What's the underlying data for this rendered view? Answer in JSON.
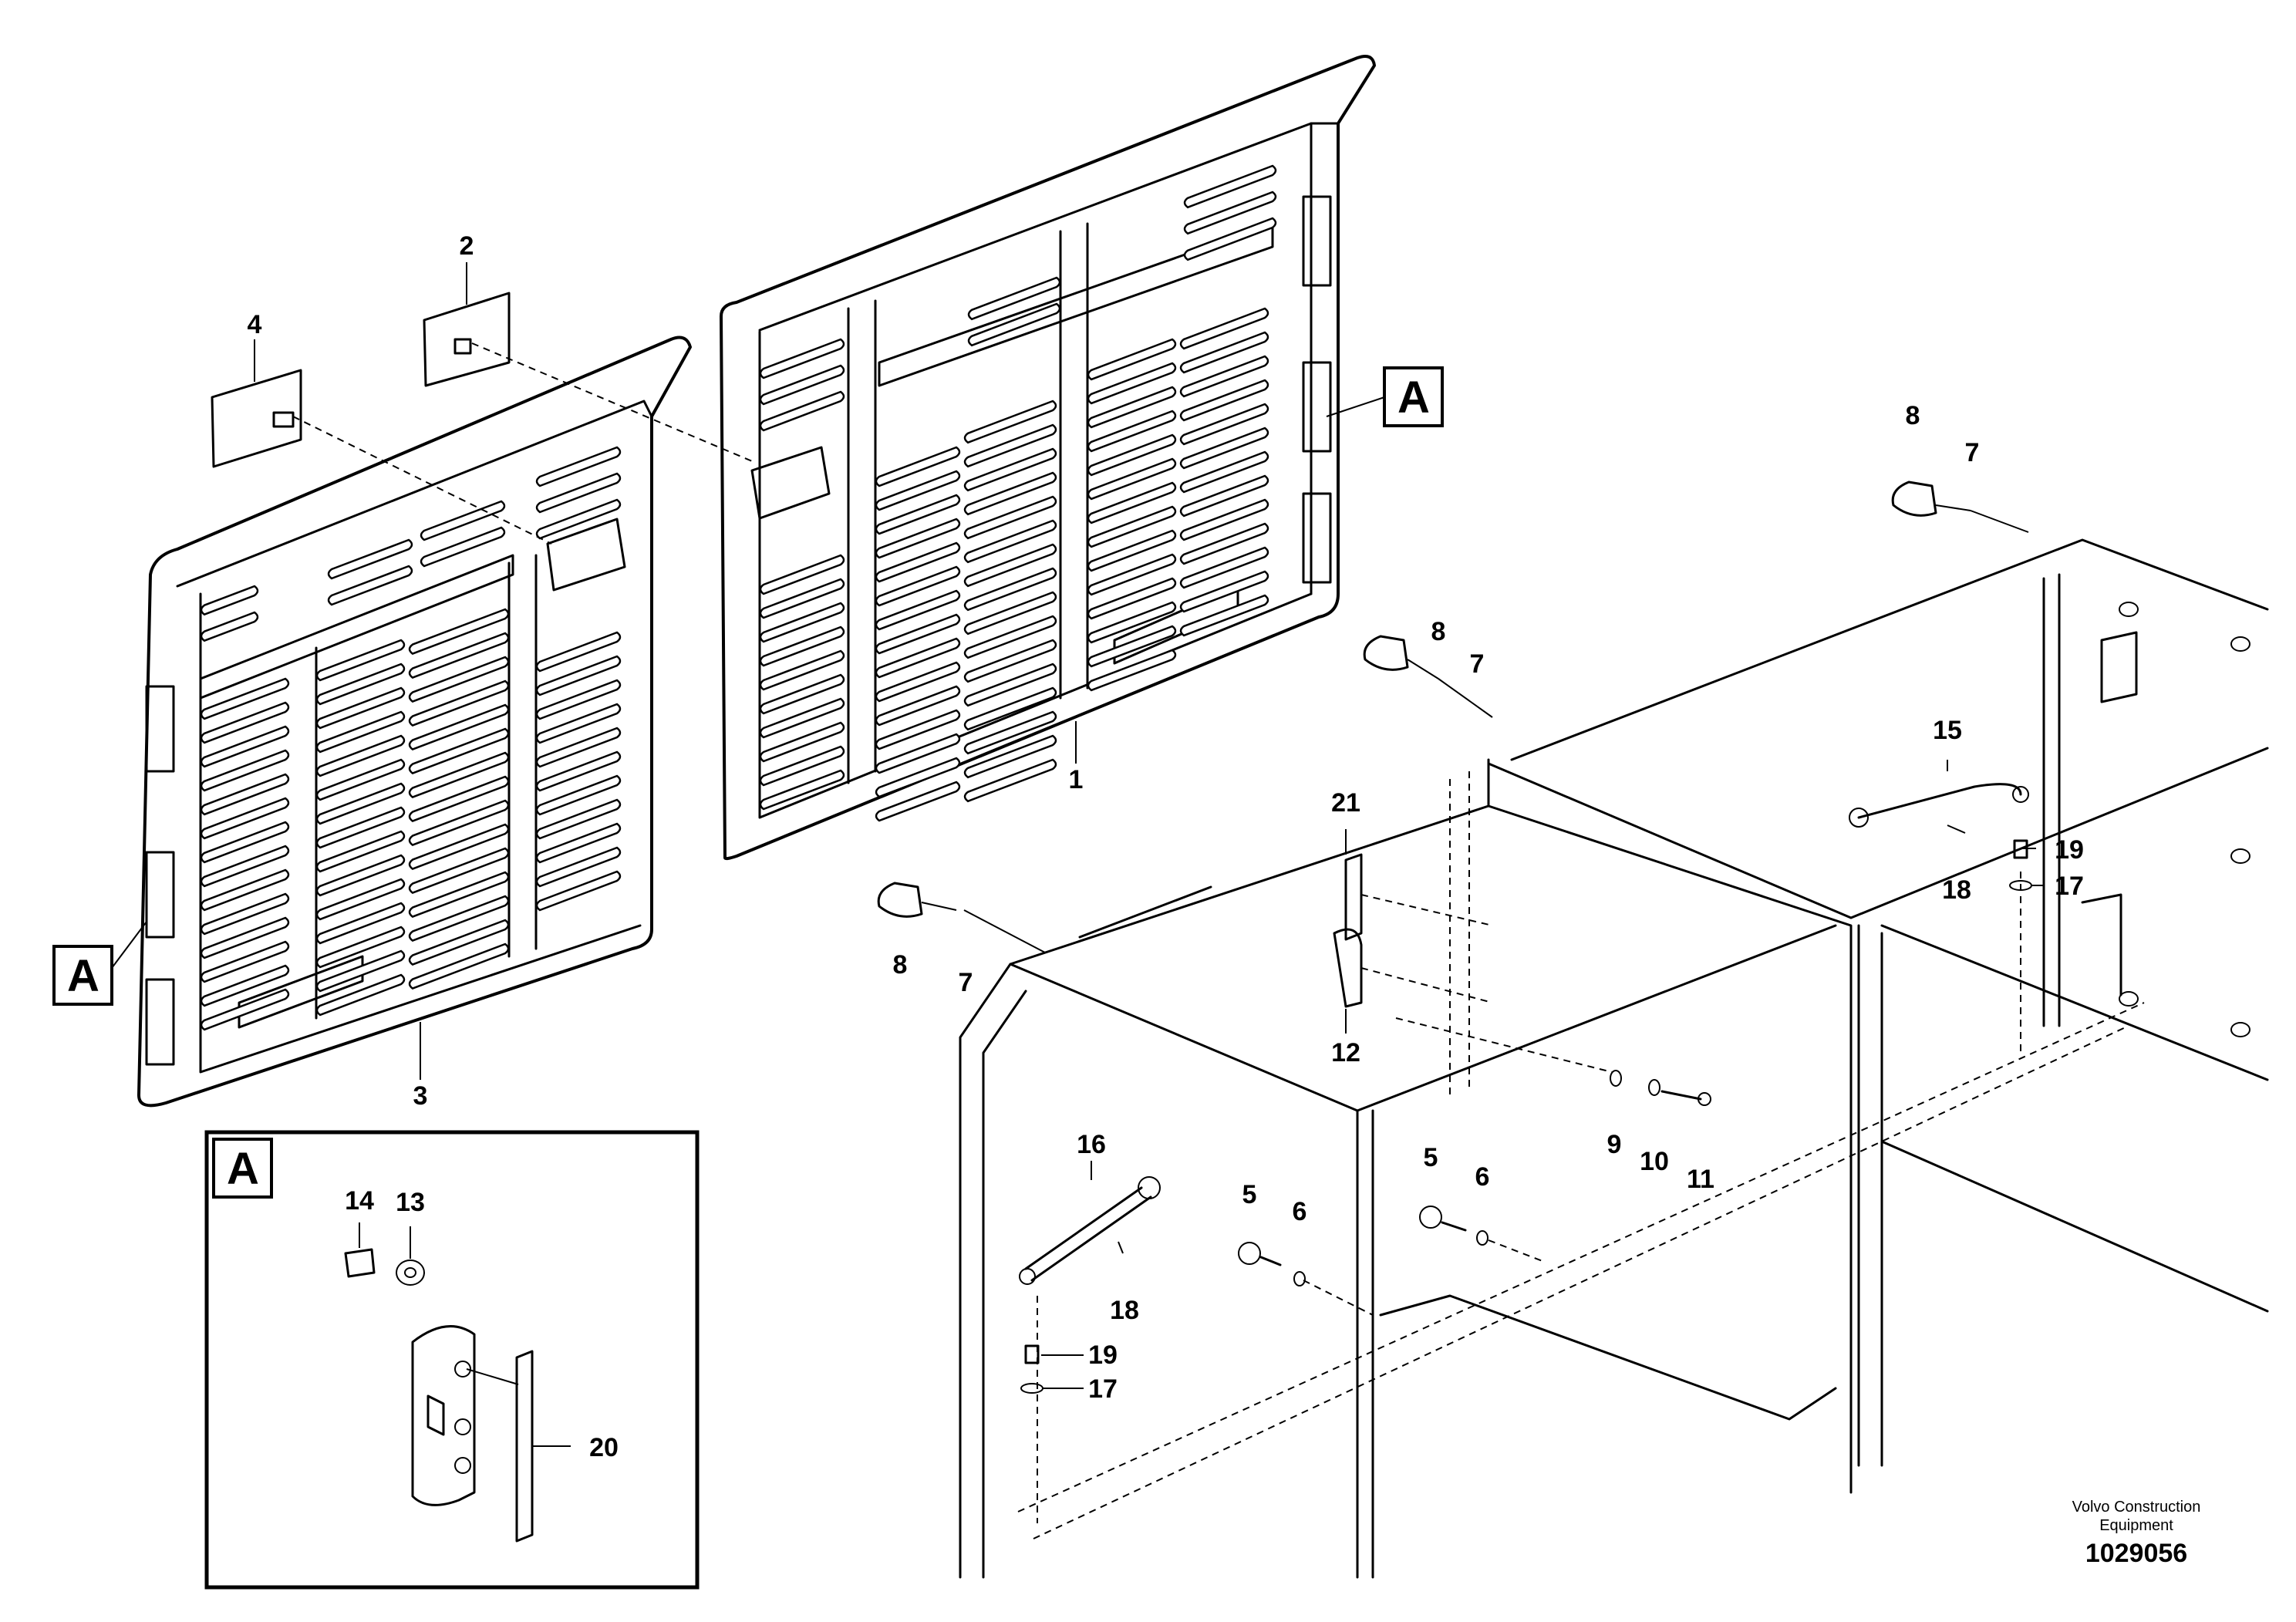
{
  "callouts": {
    "c1": "1",
    "c2": "2",
    "c3": "3",
    "c4": "4",
    "c5a": "5",
    "c5b": "5",
    "c6a": "6",
    "c6b": "6",
    "c7a": "7",
    "c7b": "7",
    "c7c": "7",
    "c8a": "8",
    "c8b": "8",
    "c8c": "8",
    "c9": "9",
    "c10": "10",
    "c11": "11",
    "c12": "12",
    "c13": "13",
    "c14": "14",
    "c15": "15",
    "c16": "16",
    "c17a": "17",
    "c17b": "17",
    "c18a": "18",
    "c18b": "18",
    "c19a": "19",
    "c19b": "19",
    "c20": "20",
    "c21": "21"
  },
  "detail_refs": {
    "ref_upper": "A",
    "ref_left": "A",
    "ref_inset": "A"
  },
  "footer": {
    "brand_line1": "Volvo Construction",
    "brand_line2": "Equipment",
    "drawing_number": "1029056"
  }
}
